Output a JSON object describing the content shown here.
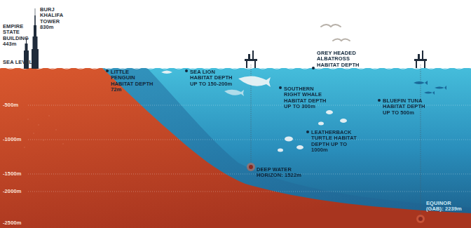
{
  "diagram": {
    "labels": [
      "EMPIRE STATE BUILDING 443m",
      "BURJ KHALIFA TOWER 830m",
      "SEA LEVEL",
      "LITTLE PENGUIN HABITAT DEPTH 72m",
      "SEA LION HABITAT DEPTH UP TO 150-200m",
      "GREY HEADED ALBATROSS HABITAT DEPTH",
      "SOUTHERN RIGHT WHALE HABITAT DEPTH UP TO 300m",
      "BLUEFIN TUNA HABITAT DEPTH UP TO 500m",
      "LEATHERBACK TURTLE HABITAT DEPTH UP TO 1000m",
      "DEEP WATER HORIZON: 1522m",
      "EQUINOR (GAB): 2239m",
      "-500m",
      "-1000m",
      "-1500m",
      "-2000m",
      "-2500m"
    ]
  }
}
